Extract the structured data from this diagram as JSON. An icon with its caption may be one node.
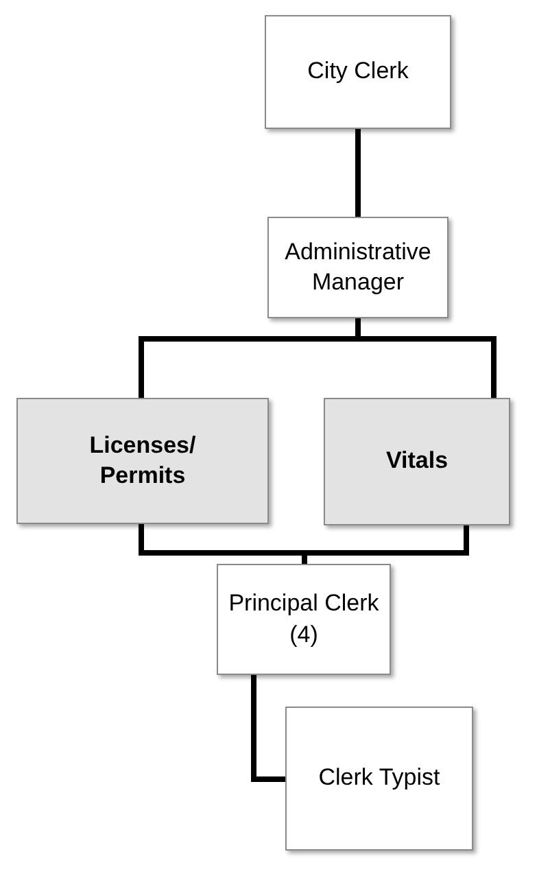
{
  "diagram": {
    "nodes": [
      {
        "text": [
          "City Clerk"
        ]
      },
      {
        "text": [
          "Administrative Manager"
        ]
      },
      {
        "text": [
          "Licenses/ Permits"
        ]
      },
      {
        "text": [
          "Vitals"
        ]
      },
      {
        "text": [
          "Principal Clerk (4)"
        ]
      },
      {
        "text": [
          "Clerk Typist"
        ]
      }
    ],
    "edges": [
      {
        "from": 0,
        "to": 1,
        "arrow": "none"
      },
      {
        "from": 1,
        "to": 2,
        "arrow": "none"
      },
      {
        "from": 1,
        "to": 3,
        "arrow": "none"
      },
      {
        "from": 2,
        "to": 4,
        "arrow": "none"
      },
      {
        "from": 3,
        "to": 4,
        "arrow": "none"
      },
      {
        "from": 4,
        "to": 5,
        "arrow": "none"
      }
    ]
  }
}
